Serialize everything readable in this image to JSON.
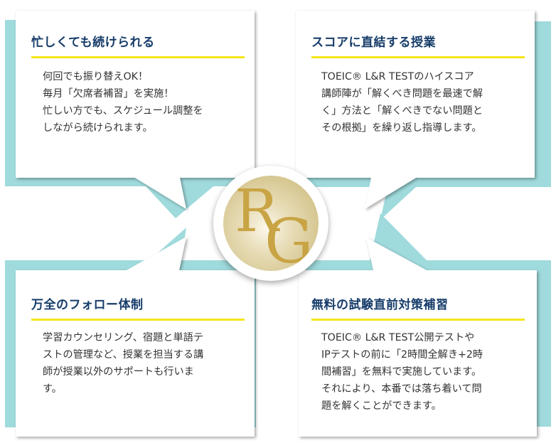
{
  "colors": {
    "teal": "#9fdadc",
    "heading": "#173d6a",
    "rule": "#f5e51a",
    "body_text": "#333333",
    "logo_gold": "#c9a444"
  },
  "logo": {
    "letter1": "R",
    "letter2": "G"
  },
  "cards": [
    {
      "title": "忙しくても続けられる",
      "body": "何回でも振り替えOK！\n毎月「欠席者補習」を実施！\n忙しい方でも、スケジュール調整を\nしながら続けられます。"
    },
    {
      "title": "スコアに直結する授業",
      "body": "TOEIC® L&R TESTのハイスコア\n講師陣が「解くべき問題を最速で解\nく」方法と「解くべきでない問題と\nその根拠」を繰り返し指導します。"
    },
    {
      "title": "万全のフォロー体制",
      "body": "学習カウンセリング、宿題と単語テ\nストの管理など、授業を担当する講\n師が授業以外のサポートも行いま\nす。"
    },
    {
      "title": "無料の試験直前対策補習",
      "body": "TOEIC® L&R TEST公開テストや\nIPテストの前に「2時間全解き+2時\n間補習」を無料で実施しています。\nそれにより、本番では落ち着いて問\n題を解くことができます。"
    }
  ]
}
